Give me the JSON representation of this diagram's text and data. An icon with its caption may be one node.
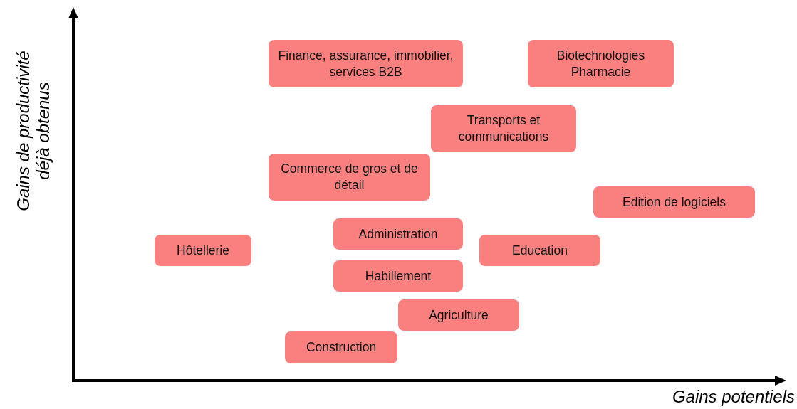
{
  "diagram": {
    "nodes": [
      {
        "text": [
          "Finance, assurance, immobilier, services B2B"
        ]
      },
      {
        "text": [
          "Biotechnologies Pharmacie"
        ]
      },
      {
        "text": [
          "Transports et communications"
        ]
      },
      {
        "text": [
          "Commerce de gros et de détail"
        ]
      },
      {
        "text": [
          "Edition de logiciels"
        ]
      },
      {
        "text": [
          "Administration"
        ]
      },
      {
        "text": [
          "Hôtellerie"
        ]
      },
      {
        "text": [
          "Education"
        ]
      },
      {
        "text": [
          "Habillement"
        ]
      },
      {
        "text": [
          "Agriculture"
        ]
      },
      {
        "text": [
          "Construction"
        ]
      }
    ],
    "labels": [
      "Gains de productivité déjà obtenus",
      "Gains potentiels"
    ]
  }
}
